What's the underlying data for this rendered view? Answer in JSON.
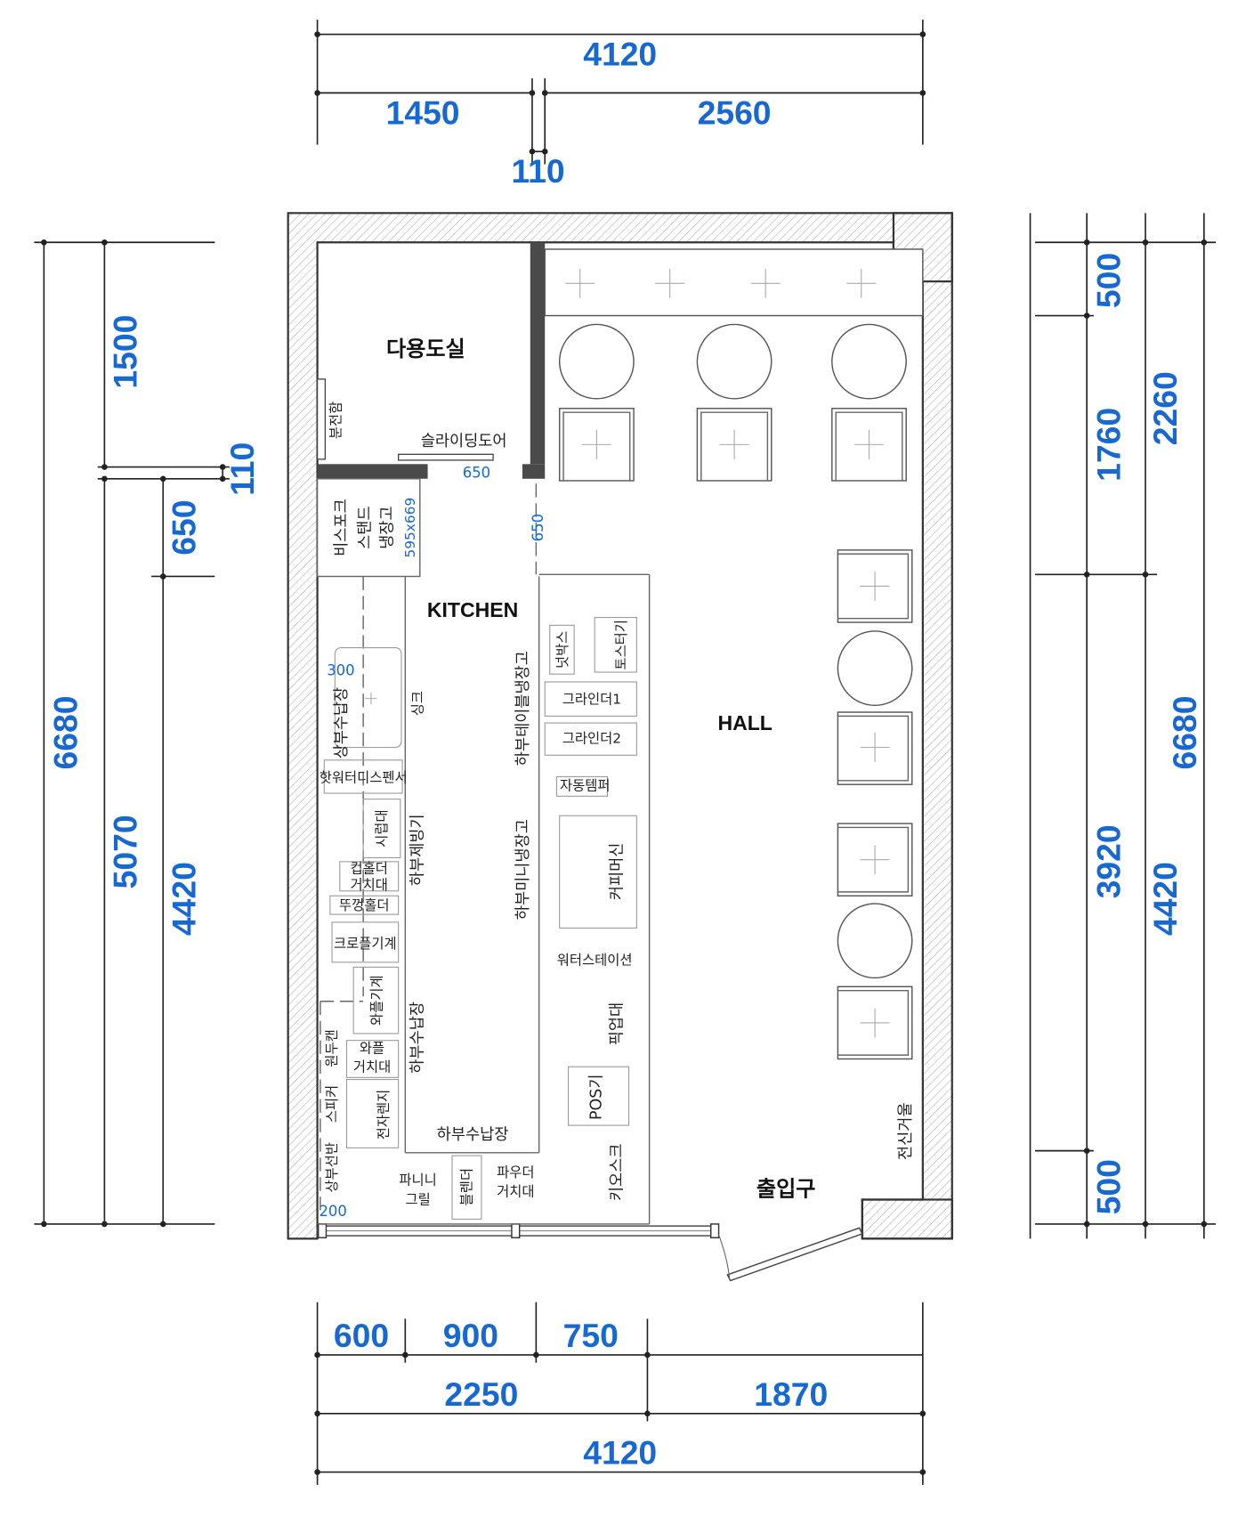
{
  "dimensions": {
    "top": {
      "total": "4120",
      "left": "1450",
      "right": "2560",
      "gap": "110"
    },
    "left": {
      "total": "6680",
      "upper": "1500",
      "lower": "5070",
      "gap": "110",
      "fridge": "650",
      "kitchen": "4420"
    },
    "right": {
      "bench": "500",
      "seating": "1760",
      "hall": "3920",
      "entrance": "500",
      "upper": "2260",
      "lower": "4420",
      "total": "6680"
    },
    "bottom": {
      "counter_left": "600",
      "aisle": "900",
      "counter_right": "750",
      "kitchen": "2250",
      "hall": "1870",
      "total": "4120"
    }
  },
  "rooms": {
    "utility": "다용도실",
    "kitchen": "KITCHEN",
    "hall": "HALL",
    "entrance": "출입구"
  },
  "small_dims": {
    "door": "650",
    "passage": "650",
    "sink": "300",
    "shelf": "200",
    "fridge_size": "595x669"
  },
  "labels": {
    "distribution_box": "분전함",
    "sliding_door": "슬라이딩도어",
    "fridge": [
      "비스포크",
      "스탠드",
      "냉장고"
    ],
    "upper_storage": "상부수납장",
    "sink": "싱크",
    "hot_water": "핫워터디스펜서",
    "syrup": "시럽대",
    "cup_holder": [
      "컵홀더",
      "거치대"
    ],
    "lid_holder": "뚜껑홀더",
    "croffle": "크로플기계",
    "waffle_machine": "와플기계",
    "bean_can": "원두캔",
    "waffle_stand": [
      "와플",
      "거치대"
    ],
    "speaker": "스피커",
    "microwave": "전자렌지",
    "upper_shelf": "상부선반",
    "ice_maker": "하부제빙기",
    "lower_storage_side": "하부수납장",
    "lower_storage_front": "하부수납장",
    "table_fridge": "하부테이블냉장고",
    "mini_fridge": "하부미니냉장고",
    "nut_box": "넛박스",
    "toaster": "토스터기",
    "grinder1": "그라인더1",
    "grinder2": "그라인더2",
    "tamper": "자동템퍼",
    "coffee_machine": "커피머신",
    "water_station": "워터스테이션",
    "pickup": "픽업대",
    "pos": "POS기",
    "kiosk": "키오스크",
    "panini": [
      "파니니",
      "그릴"
    ],
    "blender": "블렌더",
    "powder": [
      "파우더",
      "거치대"
    ],
    "mirror": "전신거울"
  },
  "colors": {
    "dimension": "#1769d1",
    "partition": "#4a4a4a",
    "hatch": "#aaaaaa"
  }
}
